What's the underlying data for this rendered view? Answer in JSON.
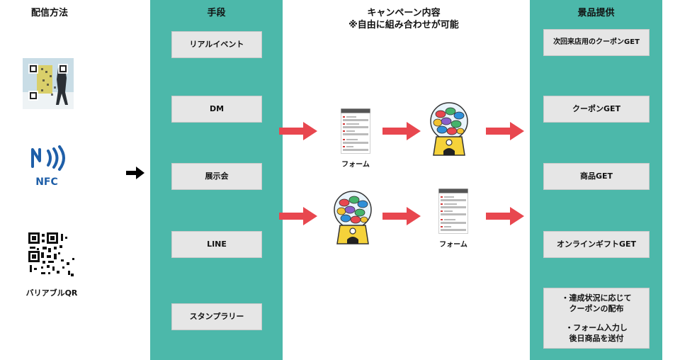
{
  "headers": {
    "delivery_method": "配信方法",
    "means": "手段",
    "campaign_line1": "キャンペーン内容",
    "campaign_line2": "※自由に組み合わせが可能",
    "prizes": "景品提供"
  },
  "delivery": {
    "nfc_text": "NFC",
    "variable_qr_label": "バリアブルQR"
  },
  "means": [
    "リアルイベント",
    "DM",
    "展示会",
    "LINE",
    "スタンプラリー"
  ],
  "campaign": {
    "form_label_1": "フォーム",
    "form_label_2": "フォーム"
  },
  "prizes": [
    "次回来店用のクーポンGET",
    "クーポンGET",
    "商品GET",
    "オンラインギフトGET"
  ],
  "prize_notes": {
    "line1": "・達成状況に応じて",
    "line2": "クーポンの配布",
    "line3": "・フォーム入力し",
    "line4": "後日商品を送付"
  },
  "colors": {
    "panel": "#4cb8aa",
    "arrow_red": "#e8474f",
    "box_bg": "#e6e6e6"
  }
}
